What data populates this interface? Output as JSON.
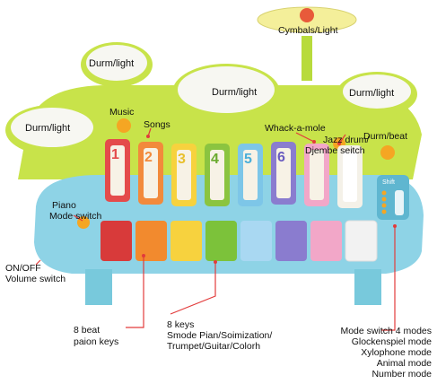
{
  "labels": {
    "cymbals": "Cymbals/Light",
    "drum_left_top": "Durm/light",
    "drum_center": "Durm/light",
    "drum_right": "Durm/light",
    "drum_left_low": "Durm/light",
    "music": "Music",
    "songs": "Songs",
    "whack": "Whack-a-mole",
    "jazz_line1": "Jazz drum/",
    "jazz_line2": "Djembe seitch",
    "drum_beat": "Durm/beat",
    "piano_line1": "Piano",
    "piano_line2": "Mode switch",
    "onoff_line1": "ON/OFF",
    "onoff_line2": "Volume switch",
    "beat_line1": "8 beat",
    "beat_line2": "paion keys",
    "keys_line1": "8 keys",
    "keys_line2": "Smode Pian/Soimization/",
    "keys_line3": "Trumpet/Guitar/Colorh",
    "mode_line1": "Mode switch 4 modes",
    "mode_line2": "Glockenspiel mode",
    "mode_line3": "Xylophone mode",
    "mode_line4": "Animal mode",
    "mode_line5": "Number mode",
    "shift": "Shift"
  },
  "xylophone_numbers": [
    "1",
    "2",
    "3",
    "4",
    "5",
    "6"
  ],
  "colors": {
    "body_blue": "#8ed3e6",
    "drum_green": "#c8e34a",
    "callout_red": "#e23b3b",
    "orange_button": "#f5a623"
  }
}
